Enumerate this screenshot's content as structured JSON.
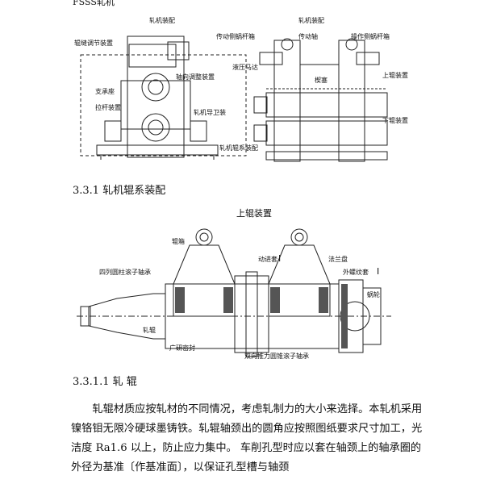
{
  "page_top_fragment": "FSSS轧机",
  "figure1": {
    "left_title": "轧机装配",
    "right_title": "轧机装配",
    "left_labels": {
      "screw_adjust": "辊缝调节装置",
      "bearing_adjust": "轴向调整装置",
      "support": "支承座",
      "pull_rod": "拉杆装置",
      "roll_guide": "轧机导卫装",
      "roll_change": "轧机辊系装配"
    },
    "right_labels": {
      "drive_worm_box": "传动侧蜗杆箱",
      "drive_shaft": "传动轴",
      "op_worm_box": "操作侧蜗杆箱",
      "hydraulic_nut": "液压马达",
      "connector": "楔塞",
      "upper_roll": "上辊装置",
      "lower_roll": "下辊装置"
    }
  },
  "section_331": "3.3.1 轧机辊系装配",
  "figure2": {
    "title": "上辊装置",
    "labels": {
      "roll_box": "辊箱",
      "four_row": "四列圆柱滚子轴承",
      "moving_sleeve": "动进套",
      "mark_I": "I",
      "flange": "法兰盘",
      "outer_screw": "外螺纹套",
      "mark_I2": "I",
      "worm_gear": "蜗轮",
      "roll": "轧辊",
      "seal": "广研密封",
      "double_bearing": "双向推力圆锥滚子轴承"
    }
  },
  "section_3311": "3.3.1.1  轧  辊",
  "body_text": "轧辊材质应按轧材的不同情况，考虑轧制力的大小来选择。本轧机采用镍铬钼无限冷硬球墨铸铁。轧辊轴颈出的圆角应按照图纸要求尺寸加工，光洁度 Ra1.6 以上，防止应力集中。 车削孔型时应以套在轴颈上的轴承圈的外径为基准〔作基准面〕，以保证孔型槽与轴颈"
}
